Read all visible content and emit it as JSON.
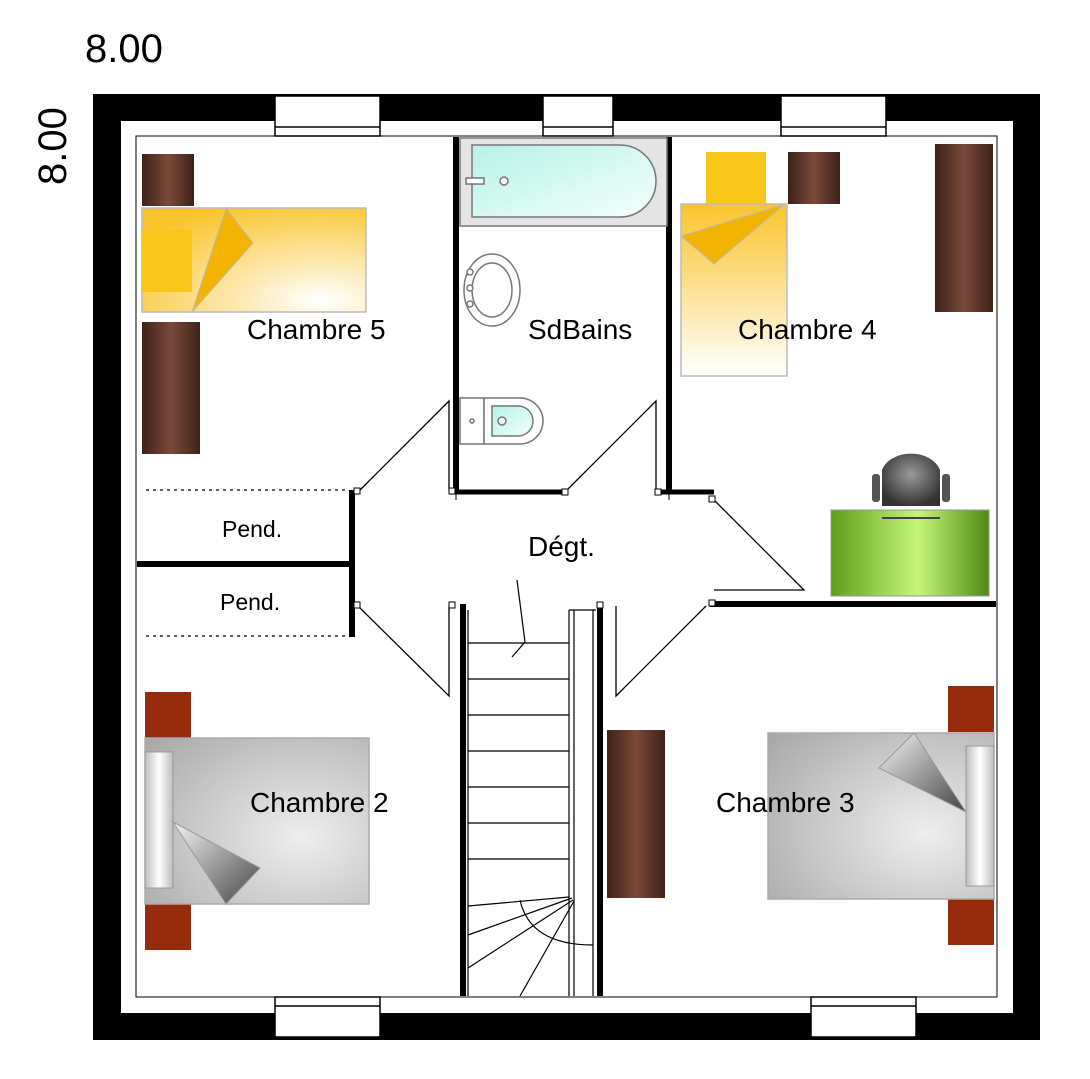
{
  "dimensions": {
    "width_label": "8.00",
    "height_label": "8.00"
  },
  "rooms": {
    "chambre5": "Chambre 5",
    "sdbains": "SdBains",
    "chambre4": "Chambre 4",
    "degt": "Dégt.",
    "pend1": "Pend.",
    "pend2": "Pend.",
    "chambre2": "Chambre 2",
    "chambre3": "Chambre 3"
  },
  "colors": {
    "wall": "#000000",
    "wardrobe": "#5a3328",
    "nightstand_red": "#962a0c",
    "pillow_yellow": "#f7c51c",
    "bath_water": "#cdf6ee",
    "desk_green": "#7fbf2a"
  }
}
